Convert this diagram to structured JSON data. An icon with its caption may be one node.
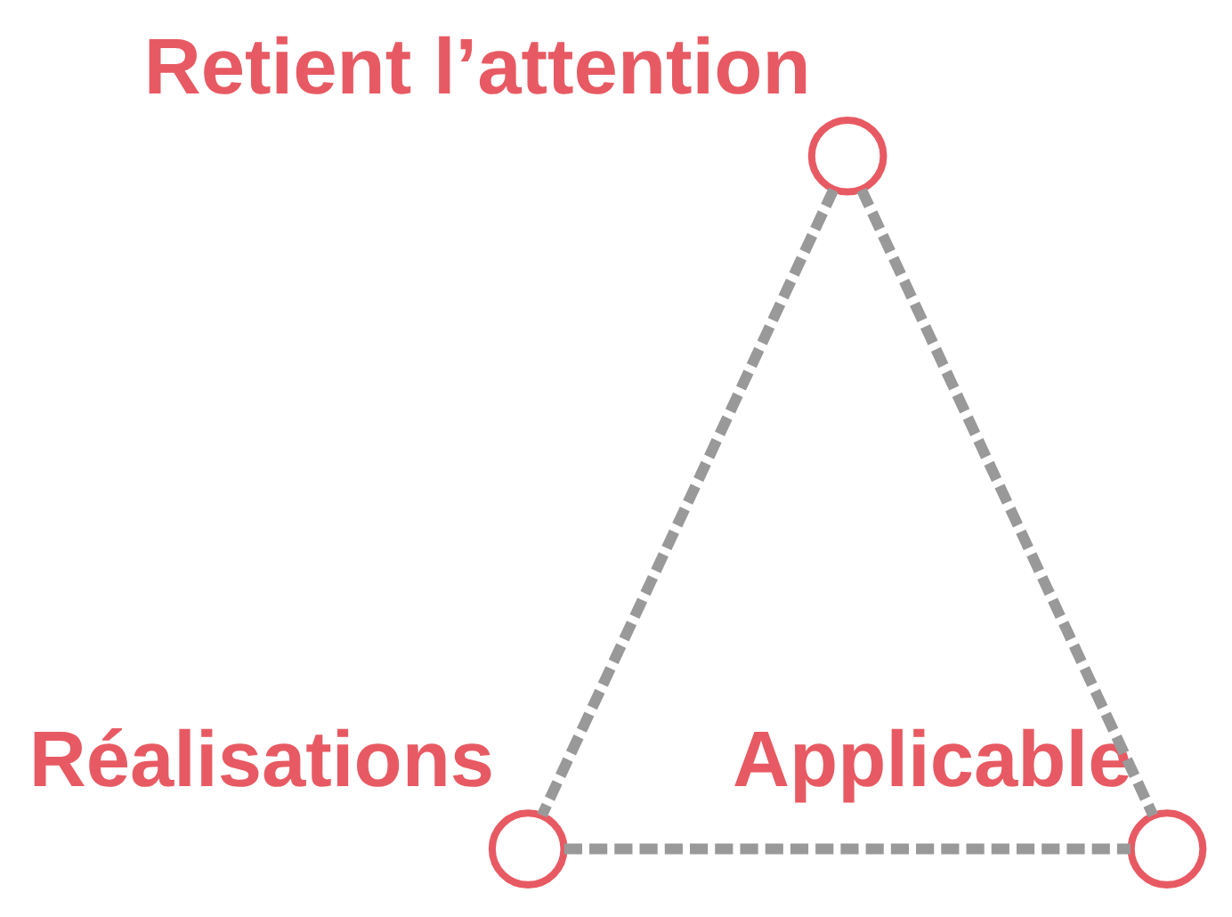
{
  "diagram": {
    "nodes": [
      {
        "text": [],
        "shape": "circle",
        "beside": [
          "Retient l’attention"
        ]
      },
      {
        "text": [],
        "shape": "circle",
        "beside": [
          "Réalisations"
        ]
      },
      {
        "text": [],
        "shape": "circle",
        "beside": [
          "Applicable"
        ]
      }
    ],
    "edges": [
      {
        "from": 0,
        "to": 1,
        "arrow": "none",
        "style": "dashed"
      },
      {
        "from": 0,
        "to": 2,
        "arrow": "none",
        "style": "dashed"
      },
      {
        "from": 1,
        "to": 2,
        "arrow": "none",
        "style": "dashed"
      }
    ]
  }
}
